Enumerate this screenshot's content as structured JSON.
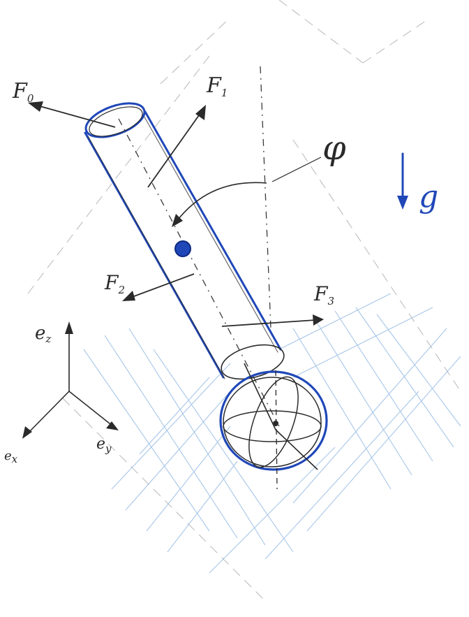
{
  "diagram": {
    "force_labels": {
      "f0": {
        "main": "F",
        "sub": "0"
      },
      "f1": {
        "main": "F",
        "sub": "1"
      },
      "f2": {
        "main": "F",
        "sub": "2"
      },
      "f3": {
        "main": "F",
        "sub": "3"
      }
    },
    "angle_label": "φ",
    "gravity_label": "g",
    "axes": {
      "ez": {
        "main": "e",
        "sub": "z"
      },
      "ey": {
        "main": "e",
        "sub": "y"
      },
      "ex": {
        "main": "e",
        "sub": "x"
      }
    },
    "colors": {
      "ink": "#2a2a2a",
      "blue_ink": "#1f47b8",
      "light_blue": "#9ec0e6"
    }
  }
}
